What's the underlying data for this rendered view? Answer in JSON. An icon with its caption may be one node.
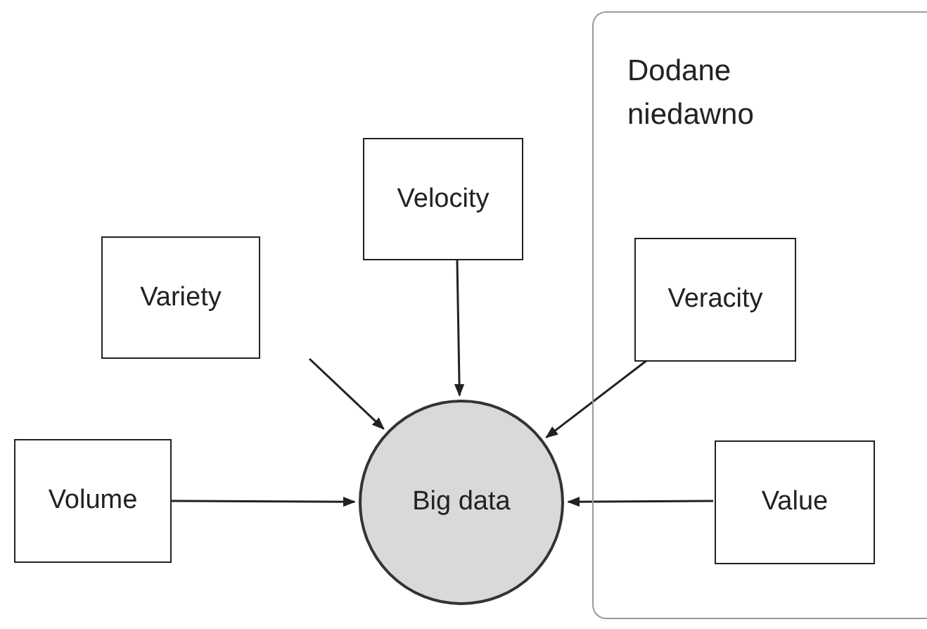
{
  "diagram": {
    "nodes": [
      {
        "text": [
          "Dodane niedawno"
        ]
      },
      {
        "text": [
          "Velocity"
        ]
      },
      {
        "text": [
          "Variety"
        ]
      },
      {
        "text": [
          "Veracity"
        ],
        "in": 0
      },
      {
        "text": [
          "Volume"
        ]
      },
      {
        "text": [
          "Big data"
        ]
      },
      {
        "text": [
          "Value"
        ],
        "in": 0
      }
    ],
    "edges": [
      {
        "from": 1,
        "to": 5,
        "arrow": "to"
      },
      {
        "from": 2,
        "to": 5,
        "arrow": "to"
      },
      {
        "from": 3,
        "to": 5,
        "arrow": "to"
      },
      {
        "from": 4,
        "to": 5,
        "arrow": "to"
      },
      {
        "from": 6,
        "to": 5,
        "arrow": "to"
      }
    ]
  }
}
